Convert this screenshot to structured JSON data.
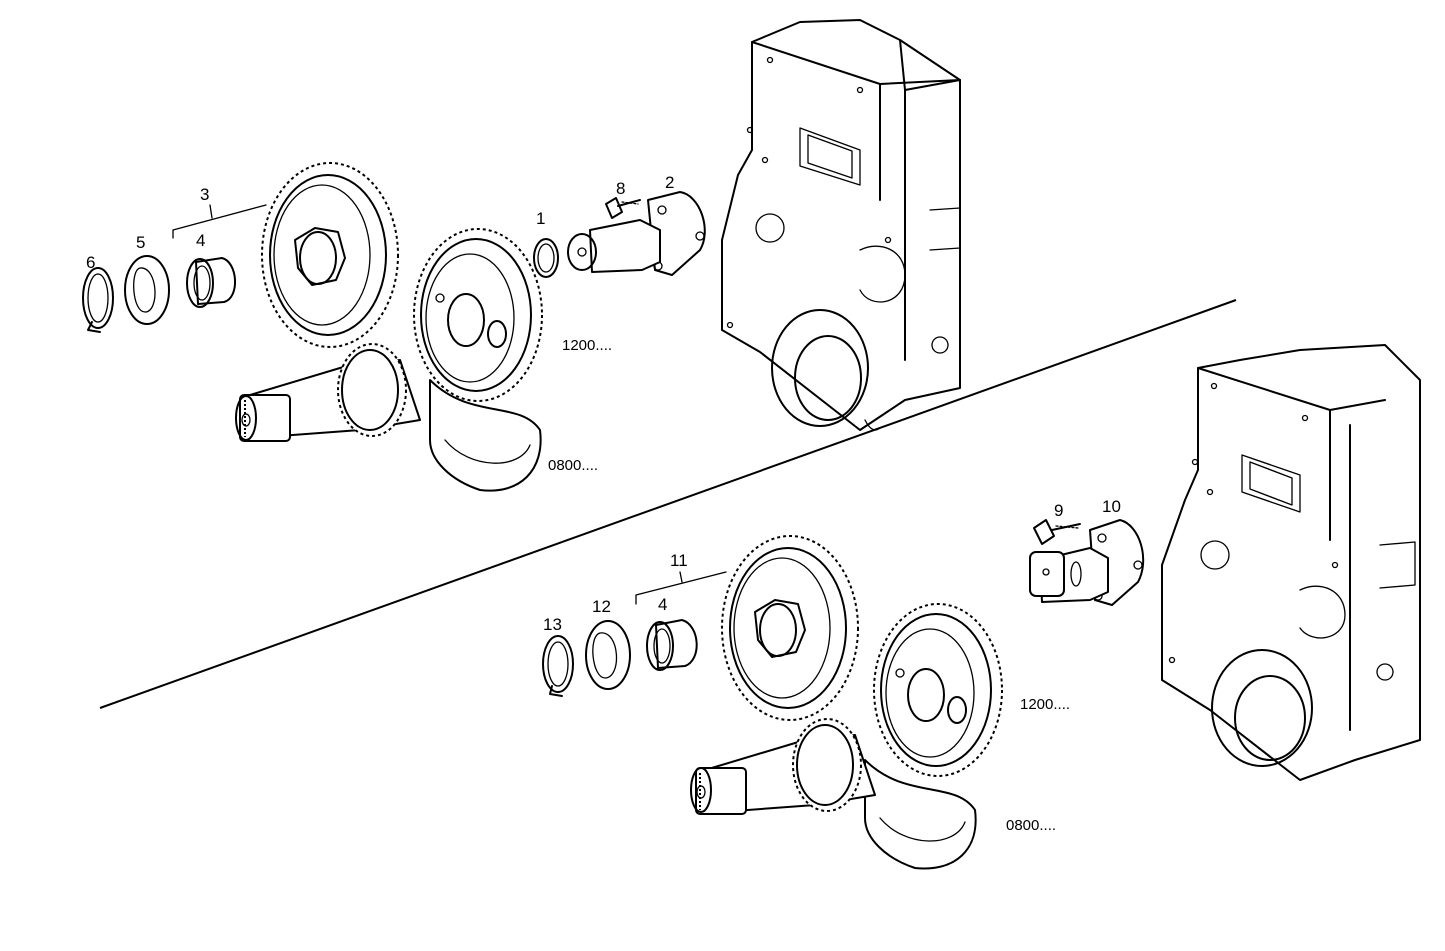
{
  "diagram": {
    "callouts_upper": {
      "c1": "1",
      "c2": "2",
      "c3": "3",
      "c4": "4",
      "c5": "5",
      "c6": "6",
      "c8": "8"
    },
    "callouts_lower": {
      "c4": "4",
      "c9": "9",
      "c10": "10",
      "c11": "11",
      "c12": "12",
      "c13": "13"
    },
    "notes_upper": {
      "serial_a": "1200....",
      "serial_b": "0800...."
    },
    "notes_lower": {
      "serial_a": "1200....",
      "serial_b": "0800...."
    },
    "colors": {
      "line": "#000000",
      "background": "#ffffff"
    }
  }
}
